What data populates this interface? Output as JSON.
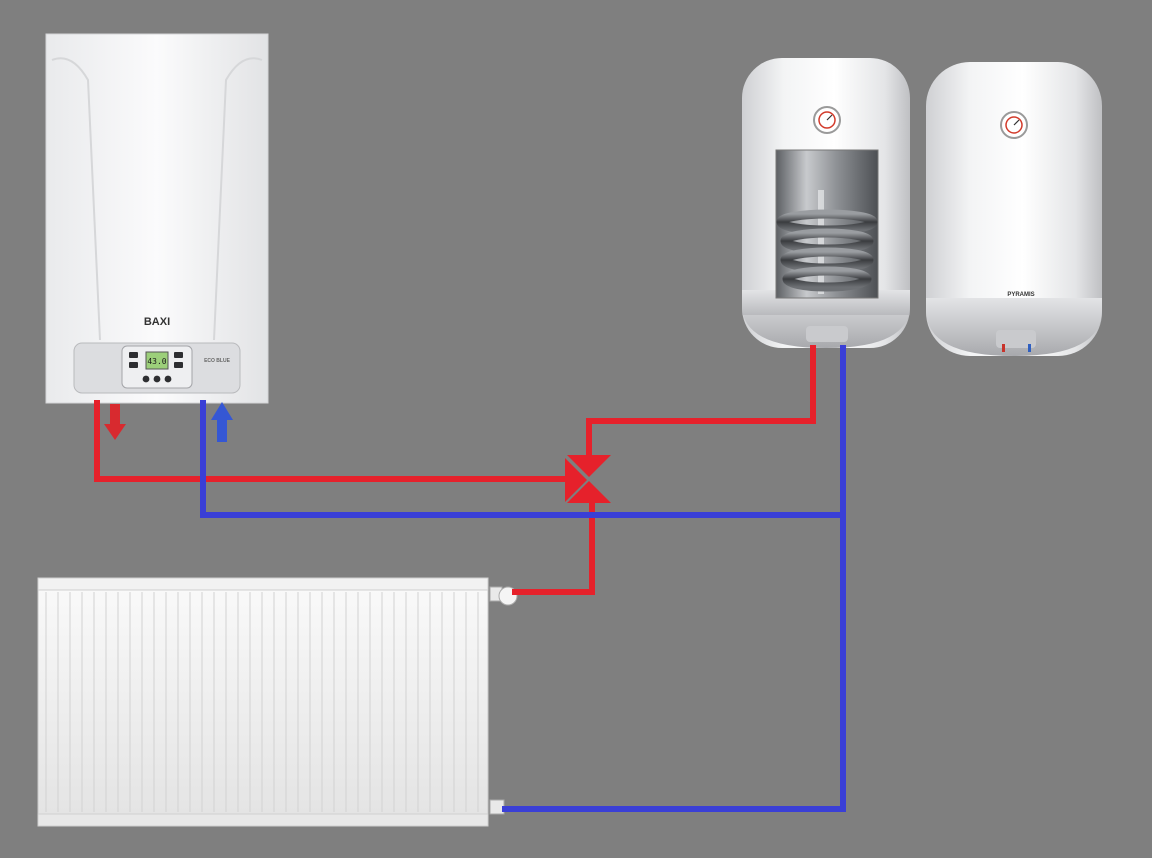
{
  "boiler": {
    "brand": "BAXI",
    "model": "ECO BLUE",
    "display_value": "43.0"
  },
  "tank_right": {
    "brand": "PYRAMIS"
  },
  "colors": {
    "background": "#7f7f7f",
    "hot_line": "#e6212b",
    "cold_line": "#3a3fd6",
    "hot_arrow": "#d82a2f",
    "cold_arrow": "#3557d4",
    "lcd": "#9ccf7a"
  },
  "icons": {
    "flow_down": "arrow-down-icon",
    "flow_up": "arrow-up-icon",
    "valve": "three-way-valve-icon"
  }
}
